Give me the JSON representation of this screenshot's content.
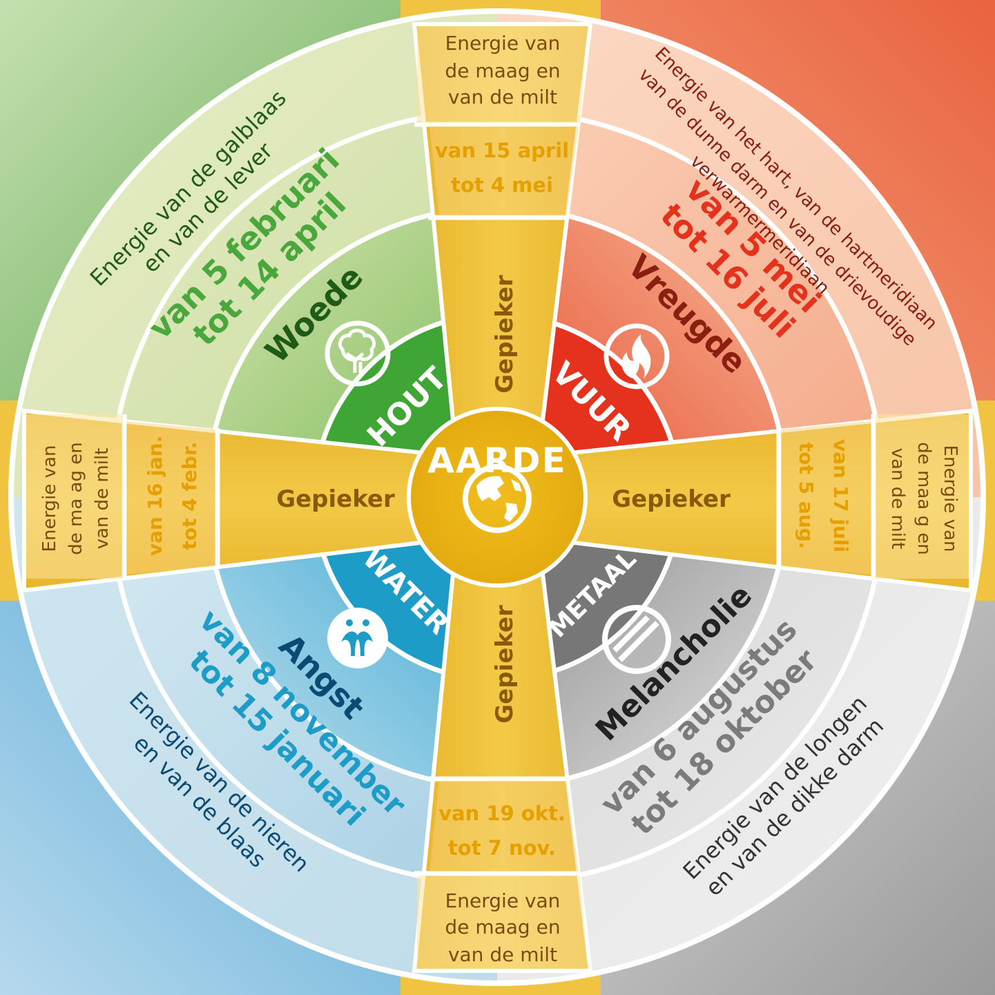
{
  "center": {
    "label": "AARDE",
    "icon": "globe-icon"
  },
  "earth_arms": {
    "top": {
      "peak": "Gepieker",
      "dates": [
        "van 15 april",
        "tot 4 mei"
      ],
      "energy": [
        "Energie van",
        "de maag en",
        "van de milt"
      ]
    },
    "right": {
      "peak": "Gepieker",
      "dates": [
        "van 17 juli",
        "tot 5 aug."
      ],
      "energy": [
        "Energie van",
        "de maa g en",
        "van de milt"
      ]
    },
    "bottom": {
      "peak": "Gepieker",
      "dates": [
        "van 19 okt.",
        "tot 7 nov."
      ],
      "energy": [
        "Energie van",
        "de maag en",
        "van de milt"
      ]
    },
    "left": {
      "peak": "Gepieker",
      "dates": [
        "van 16 jan.",
        "tot 4 febr."
      ],
      "energy": [
        "Energie van",
        "de ma ag en",
        "van de milt"
      ]
    }
  },
  "elements": {
    "wood": {
      "name": "HOUT",
      "emotion": "Woede",
      "dates": [
        "van 5 februari",
        "tot 14 april"
      ],
      "energy": [
        "Energie van de galblaas",
        "en van de lever"
      ],
      "icon": "tree-icon",
      "color": "#3fa535"
    },
    "fire": {
      "name": "VUUR",
      "emotion": "Vreugde",
      "dates": [
        "van 5 mei",
        "tot 16 juli"
      ],
      "energy": [
        "Energie van het hart, van de hartmeridiaan",
        "van de dunne darm en van de drievoudige",
        "verwarmermeridiaan"
      ],
      "icon": "flame-icon",
      "color": "#e5321c"
    },
    "metal": {
      "name": "METAAL",
      "emotion": "Melancholie",
      "dates": [
        "van 6 augustus",
        "tot 18 oktober"
      ],
      "energy": [
        "Energie van de longen",
        "en van de dikke darm"
      ],
      "icon": "no-entry-icon",
      "color": "#777777"
    },
    "water": {
      "name": "WATER",
      "emotion": "Angst",
      "dates": [
        "van 8 november",
        "tot 15 januari"
      ],
      "energy": [
        "Energie van de nieren",
        "en van de blaas"
      ],
      "icon": "water-splash-icon",
      "color": "#1e9cc8"
    }
  }
}
